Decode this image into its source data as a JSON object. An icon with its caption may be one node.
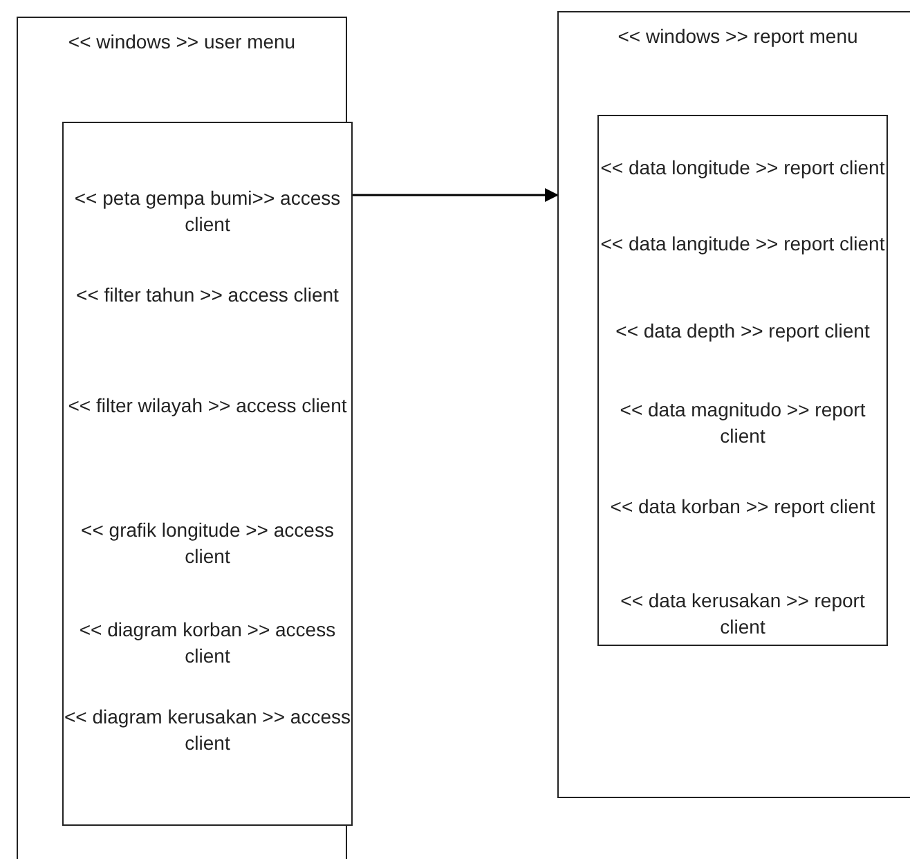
{
  "diagram": {
    "nodes": [
      {
        "text": [
          "<< windows >> user menu"
        ]
      },
      {
        "text": [
          "<< peta gempa bumi>> access client",
          "<< filter tahun >> access client",
          "<< filter wilayah >> access client",
          "<< grafik longitude >> access client",
          "<< diagram korban >> access client",
          "<< diagram kerusakan >> access client"
        ],
        "in": 0
      },
      {
        "text": [
          "<< windows >> report menu"
        ]
      },
      {
        "text": [
          "<< data longitude >> report client",
          "<< data langitude >> report client",
          "<< data depth >> report client",
          "<< data magnitudo >> report client",
          "<< data korban >> report client",
          "<< data kerusakan >> report client"
        ],
        "in": 2
      }
    ],
    "edges": [
      {
        "from": 0,
        "to": 2,
        "arrow": "to"
      }
    ]
  }
}
